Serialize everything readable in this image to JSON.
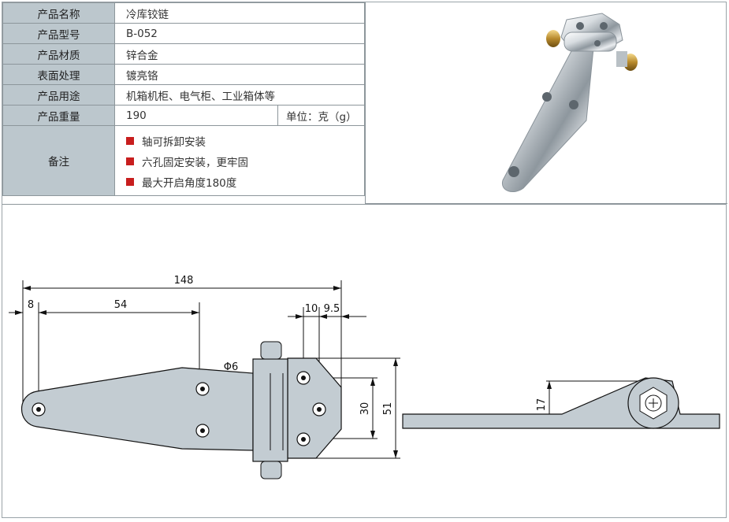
{
  "spec": {
    "name_label": "产品名称",
    "name_value": "冷库铰链",
    "model_label": "产品型号",
    "model_value": "B-052",
    "material_label": "产品材质",
    "material_value": "锌合金",
    "surface_label": "表面处理",
    "surface_value": "镀亮铬",
    "use_label": "产品用途",
    "use_value": "机箱机柜、电气柜、工业箱体等",
    "weight_label": "产品重量",
    "weight_value": "190",
    "weight_unit": "单位：克（g）",
    "notes_label": "备注",
    "notes": [
      "轴可拆卸安装",
      "六孔固定安装，更牢固",
      "最大开启角度180度"
    ]
  },
  "colors": {
    "header_bg": "#bcc7cd",
    "bullet": "#c81e1e",
    "part_fill": "#c3ccd2"
  },
  "drawing": {
    "dim_total": "148",
    "dim_left": "8",
    "dim_mid": "54",
    "dim_a": "10",
    "dim_b": "9.5",
    "dim_hole": "Φ6",
    "dim_h1": "30",
    "dim_h2": "51",
    "dim_side": "17"
  }
}
